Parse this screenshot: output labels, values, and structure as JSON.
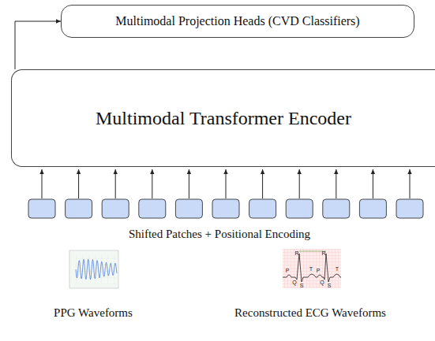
{
  "diagram": {
    "nodes": [
      {
        "text": [
          "Multimodal Projection Heads (CVD Classifiers)"
        ]
      },
      {
        "text": [
          "Multimodal Transformer Encoder"
        ]
      }
    ],
    "edges": [
      {
        "from": 1,
        "to": 0,
        "arrow": "to"
      }
    ],
    "labels": [
      "Shifted Patches + Positional Encoding",
      "PPG Waveforms",
      "Reconstructed ECG Waveforms",
      "R",
      "R",
      "P",
      "P",
      "T",
      "T",
      "Q",
      "Q",
      "S",
      "S"
    ]
  }
}
